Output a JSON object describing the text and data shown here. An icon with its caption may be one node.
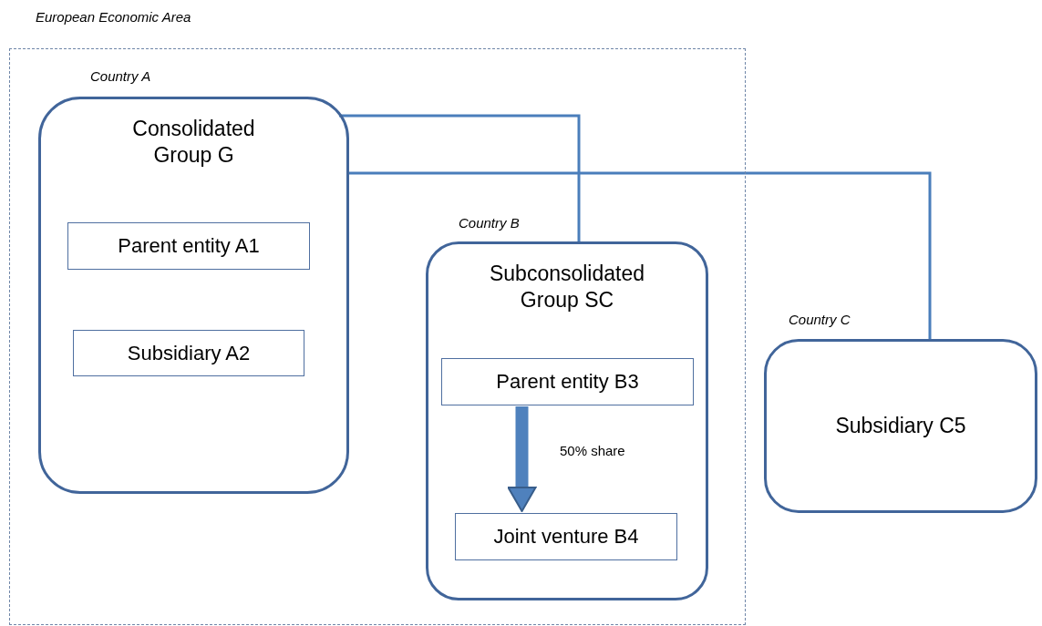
{
  "diagram": {
    "nodes": [
      {
        "text": [
          "European Economic Area"
        ]
      },
      {
        "text": [
          "Consolidated Group G"
        ],
        "beside": [
          "Country A"
        ],
        "in": 0
      },
      {
        "text": [
          "Parent entity A1"
        ],
        "in": 1
      },
      {
        "text": [
          "Subsidiary A2"
        ],
        "in": 1
      },
      {
        "text": [
          "Subconsolidated Group SC"
        ],
        "beside": [
          "Country B"
        ],
        "in": 0
      },
      {
        "text": [
          "Parent entity B3"
        ],
        "in": 4
      },
      {
        "text": [
          "Joint venture B4"
        ],
        "in": 4
      },
      {
        "text": [
          "Subsidiary C5"
        ],
        "beside": [
          "Country C"
        ]
      }
    ],
    "edges": [
      {
        "from": 1,
        "to": 4,
        "arrow": "none"
      },
      {
        "from": 1,
        "to": 7,
        "arrow": "none"
      },
      {
        "from": 5,
        "to": 6,
        "arrow": "to",
        "label": "50% share",
        "style": "thick"
      }
    ]
  }
}
